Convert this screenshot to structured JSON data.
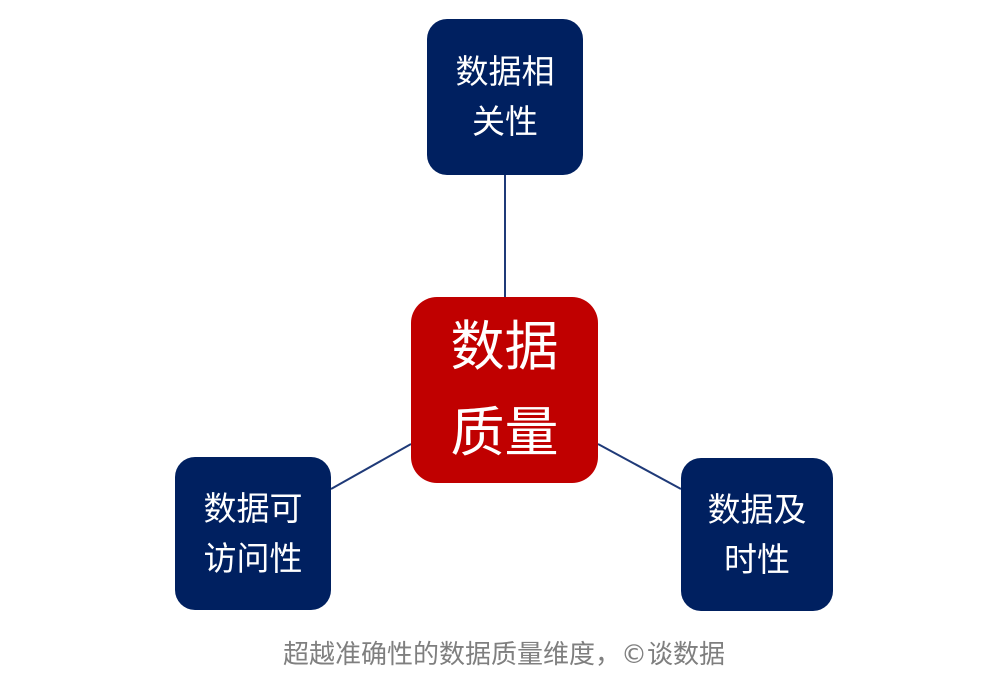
{
  "colors": {
    "center_fill": "#c00000",
    "node_fill": "#002060",
    "connector": "#1f3a78",
    "caption_text": "#7f7f7f"
  },
  "center": {
    "label": "数据质量"
  },
  "nodes": {
    "top": {
      "label": "数据相关性"
    },
    "left": {
      "label": "数据可访问性"
    },
    "right": {
      "label": "数据及时性"
    }
  },
  "caption": "超越准确性的数据质量维度，©谈数据"
}
